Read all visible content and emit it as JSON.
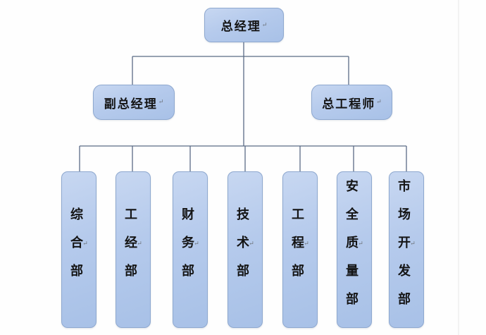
{
  "org_chart": {
    "root": {
      "label": "总经理",
      "paragraph_mark": "↵"
    },
    "managers": [
      {
        "label": "副总经理",
        "paragraph_mark": "↵"
      },
      {
        "label": "总工程师",
        "paragraph_mark": "↵"
      }
    ],
    "departments": [
      {
        "label": "综合部",
        "paragraph_mark": "↵"
      },
      {
        "label": "工经部",
        "paragraph_mark": "↵"
      },
      {
        "label": "财务部",
        "paragraph_mark": "↵"
      },
      {
        "label": "技术部",
        "paragraph_mark": "↵"
      },
      {
        "label": "工程部",
        "paragraph_mark": "↵"
      },
      {
        "label": "安全质量部",
        "paragraph_mark": "↵"
      },
      {
        "label": "市场开发部",
        "paragraph_mark": "↵"
      }
    ]
  },
  "colors": {
    "box_fill_top": "#c7d7f1",
    "box_fill_bottom": "#a8c1e7",
    "box_border": "#8ea8cf",
    "connector_line": "#5a6b85",
    "text": "#141414",
    "background": "#fefefe"
  }
}
